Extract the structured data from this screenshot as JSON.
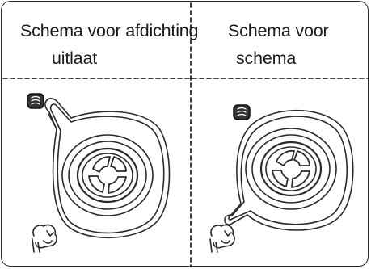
{
  "diagram": {
    "left_panel": {
      "title": "Schema voor afdichting",
      "subtitle": "uitlaat"
    },
    "right_panel": {
      "title": "Schema voor",
      "subtitle": "schema"
    },
    "icons": [
      "steam-knob-icon",
      "pressure-indicator-icon"
    ],
    "stroke_color": "#2a2a2a"
  }
}
